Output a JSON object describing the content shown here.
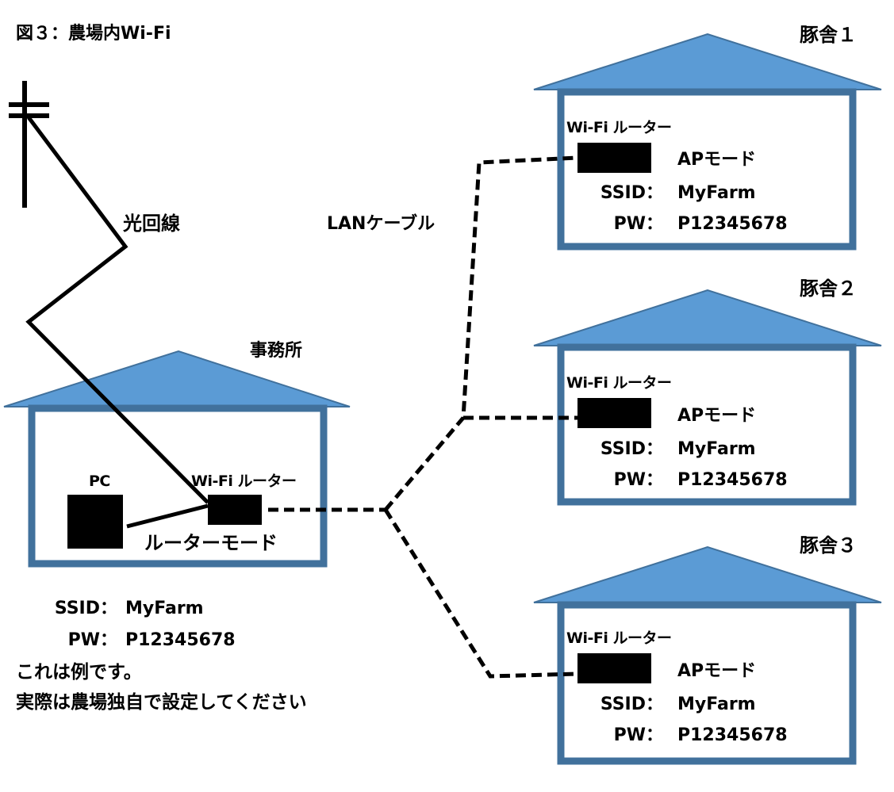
{
  "title": "図３：農場内Wi-Fi",
  "colors": {
    "roof_fill": "#5b9bd5",
    "wall_stroke": "#41719c",
    "line": "#000000",
    "device": "#000000",
    "background": "#ffffff"
  },
  "labels": {
    "fiber_line": "光回線",
    "lan_cable": "LANケーブル"
  },
  "office": {
    "name": "事務所",
    "pc_label": "PC",
    "router_label": "Wi-Fi ルーター",
    "router_mode": "ルーターモード",
    "ssid_key": "SSID：",
    "ssid_value": "MyFarm",
    "pw_key": "PW：",
    "pw_value": "P12345678"
  },
  "barns": [
    {
      "name": "豚舎１",
      "router_label": "Wi-Fi ルーター",
      "mode": "APモード",
      "ssid_key": "SSID：",
      "ssid_value": "MyFarm",
      "pw_key": "PW：",
      "pw_value": "P12345678"
    },
    {
      "name": "豚舎２",
      "router_label": "Wi-Fi ルーター",
      "mode": "APモード",
      "ssid_key": "SSID：",
      "ssid_value": "MyFarm",
      "pw_key": "PW：",
      "pw_value": "P12345678"
    },
    {
      "name": "豚舎３",
      "router_label": "Wi-Fi ルーター",
      "mode": "APモード",
      "ssid_key": "SSID：",
      "ssid_value": "MyFarm",
      "pw_key": "PW：",
      "pw_value": "P12345678"
    }
  ],
  "notes": [
    "これは例です。",
    "実際は農場独自で設定してください"
  ]
}
